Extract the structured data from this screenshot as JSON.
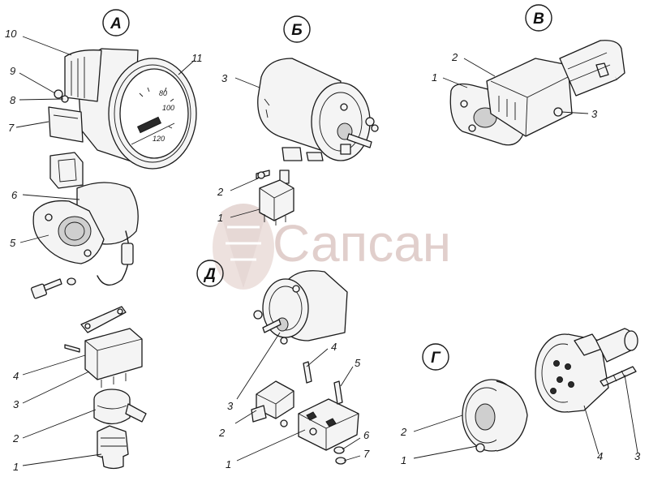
{
  "sections": {
    "A": "А",
    "B": "Б",
    "V": "В",
    "D": "Д",
    "G": "Г"
  },
  "watermark": "Сапсан",
  "gauge_numbers": [
    "80",
    "100",
    "120"
  ],
  "labels": {
    "A": [
      "10",
      "9",
      "8",
      "7",
      "11",
      "6",
      "5",
      "4",
      "3",
      "2",
      "1"
    ],
    "B": [
      "3",
      "2",
      "1"
    ],
    "V": [
      "2",
      "1",
      "3"
    ],
    "D": [
      "4",
      "5",
      "3",
      "2",
      "1",
      "6",
      "7"
    ],
    "G": [
      "2",
      "1",
      "4",
      "3"
    ]
  },
  "colors": {
    "line": "#1a1a1a",
    "watermark": "#c9a9a4"
  }
}
